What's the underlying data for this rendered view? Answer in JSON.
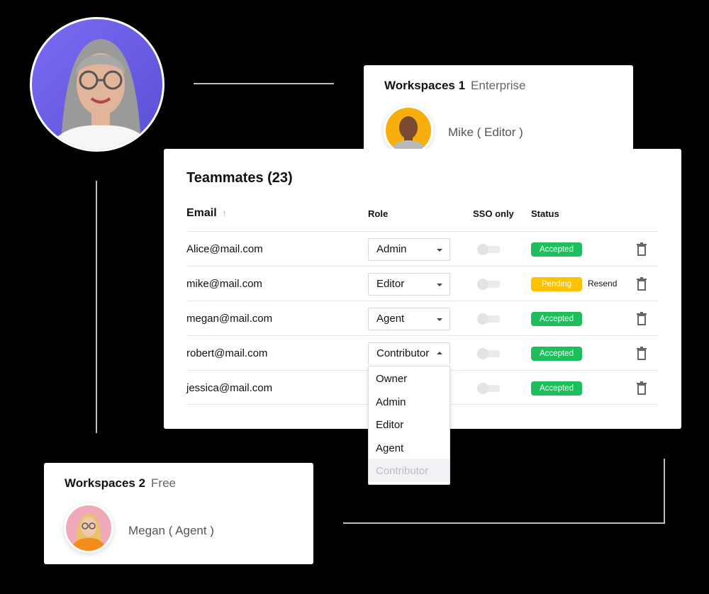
{
  "colors": {
    "accepted": "#1ebe5d",
    "pending": "#fdc300",
    "main_avatar_bg": "#6b5ee6",
    "mike_avatar_bg": "#f5ae0b",
    "megan_avatar_bg": "#f0a9b8"
  },
  "main_avatar": {
    "icon": "user-photo-woman-glasses"
  },
  "workspace1": {
    "name": "Workspaces 1",
    "plan": "Enterprise",
    "user": "Mike ( Editor )",
    "avatar_icon": "user-photo-mike"
  },
  "workspace2": {
    "name": "Workspaces 2",
    "plan": "Free",
    "user": "Megan ( Agent )",
    "avatar_icon": "user-photo-megan"
  },
  "teammates": {
    "title": "Teammates (23)",
    "columns": {
      "email": "Email",
      "sort_icon": "↑",
      "role": "Role",
      "sso": "SSO only",
      "status": "Status"
    },
    "rows": [
      {
        "email": "Alice@mail.com",
        "role": "Admin",
        "sso": false,
        "status": "Accepted",
        "resend": ""
      },
      {
        "email": "mike@mail.com",
        "role": "Editor",
        "sso": false,
        "status": "Pending",
        "resend": "Resend"
      },
      {
        "email": "megan@mail.com",
        "role": "Agent",
        "sso": false,
        "status": "Accepted",
        "resend": ""
      },
      {
        "email": "robert@mail.com",
        "role": "Contributor",
        "sso": false,
        "status": "Accepted",
        "resend": "",
        "dropdown_open": true
      },
      {
        "email": "jessica@mail.com",
        "role": "",
        "sso": false,
        "status": "Accepted",
        "resend": ""
      }
    ],
    "role_options": [
      "Owner",
      "Admin",
      "Editor",
      "Agent",
      "Contributor"
    ],
    "selected_option": "Contributor"
  }
}
